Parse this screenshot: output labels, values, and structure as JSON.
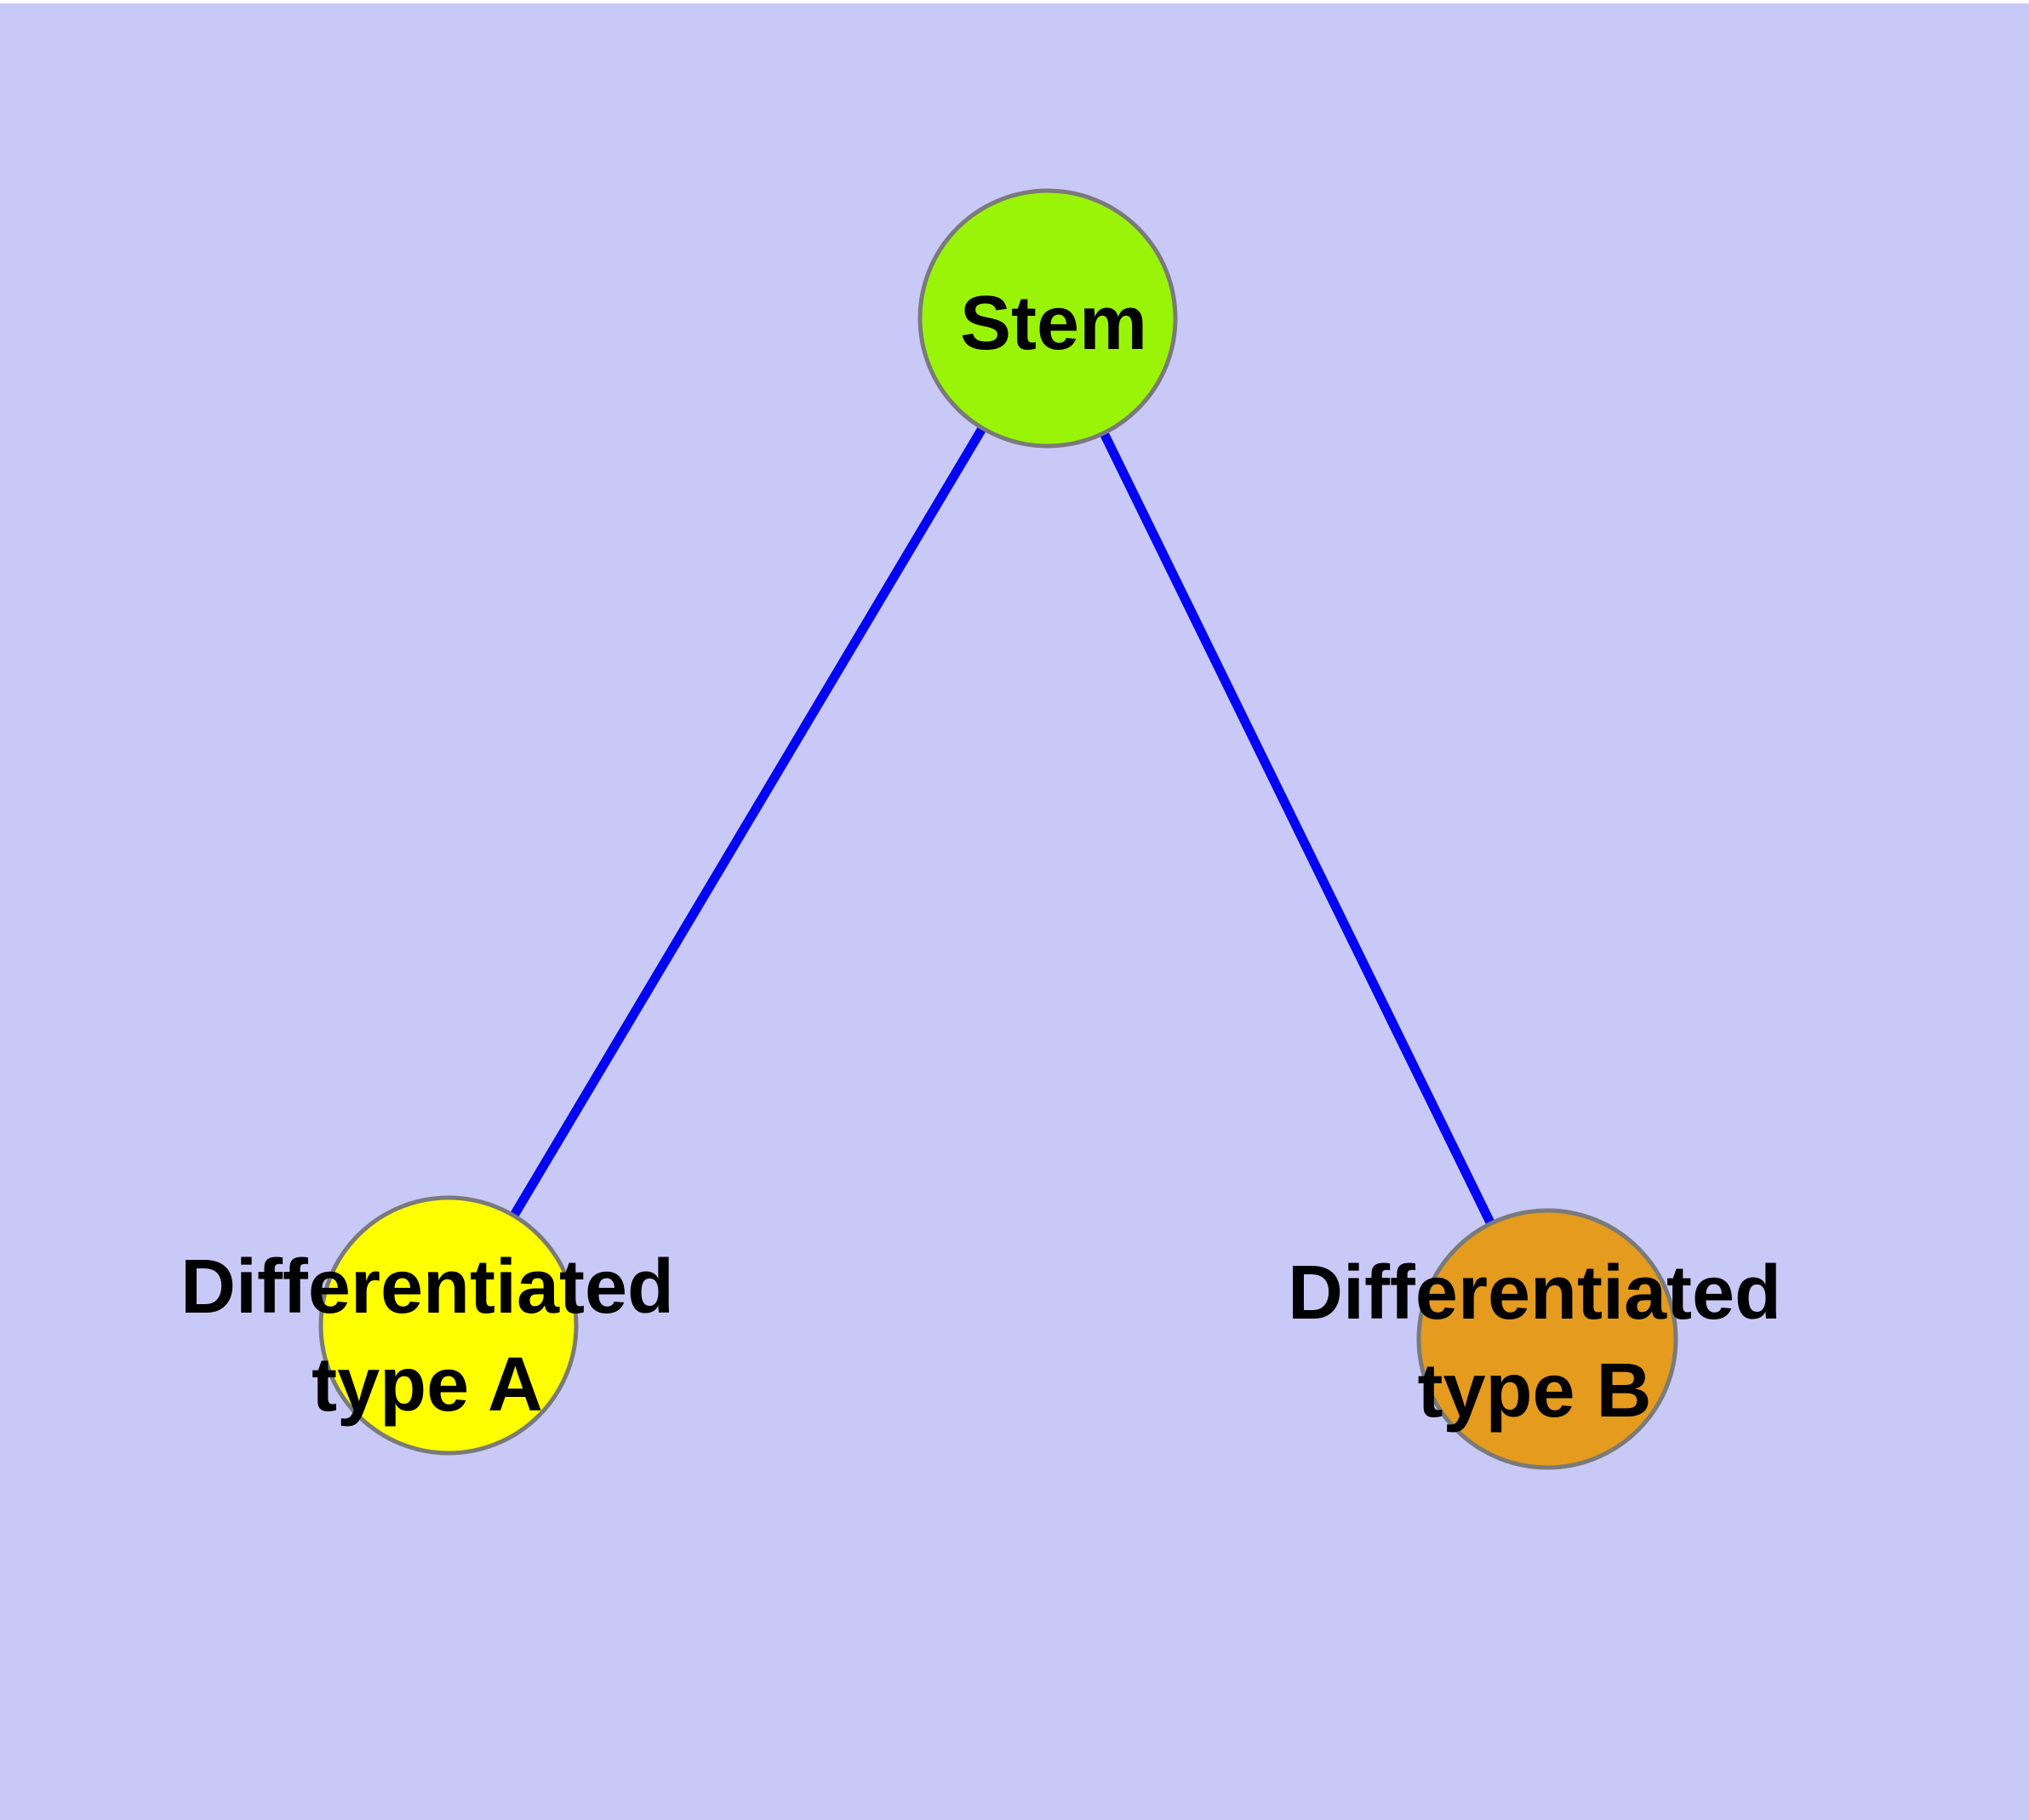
{
  "figure": {
    "background_color": "#C9C9F7",
    "top_strip_color": "#FFFFFF",
    "label_color": "#000000"
  },
  "diagram": {
    "type": "node-link-graph",
    "description": "Cell differentiation hierarchy: a Stem node connected by two edges to two differentiated cell-type nodes",
    "edge_color": "#0404F4",
    "node_border_color": "#7A7A7A",
    "nodes": [
      {
        "id": "stem",
        "label": [
          "Stem"
        ],
        "fill": "#9AF408"
      },
      {
        "id": "differentiated-type-a",
        "label": [
          "Differentiated",
          "type A"
        ],
        "fill": "#FFFF00"
      },
      {
        "id": "differentiated-type-b",
        "label": [
          "Differentiated",
          "type B"
        ],
        "fill": "#E49B1E"
      }
    ],
    "edges": [
      {
        "from": "stem",
        "to": "differentiated-type-a"
      },
      {
        "from": "stem",
        "to": "differentiated-type-b"
      }
    ]
  }
}
